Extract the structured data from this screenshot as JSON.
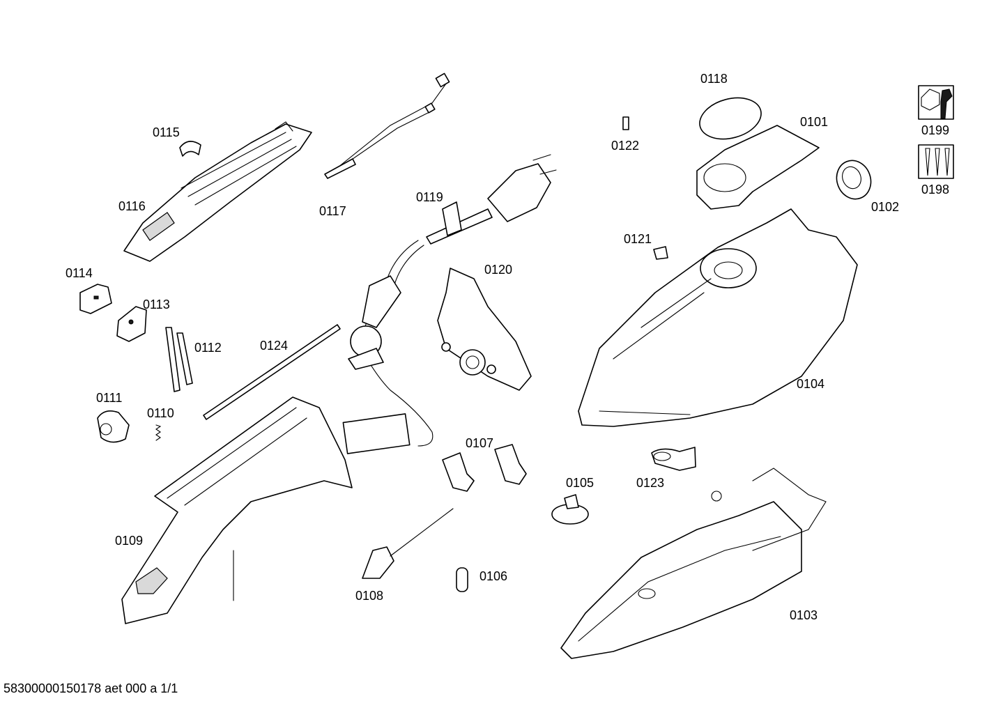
{
  "labels": {
    "p0101": "0101",
    "p0102": "0102",
    "p0103": "0103",
    "p0104": "0104",
    "p0105": "0105",
    "p0106": "0106",
    "p0107": "0107",
    "p0108": "0108",
    "p0109": "0109",
    "p0110": "0110",
    "p0111": "0111",
    "p0112": "0112",
    "p0113": "0113",
    "p0114": "0114",
    "p0115": "0115",
    "p0116": "0116",
    "p0117": "0117",
    "p0118": "0118",
    "p0119": "0119",
    "p0120": "0120",
    "p0121": "0121",
    "p0122": "0122",
    "p0123": "0123",
    "p0124": "0124",
    "p0198": "0198",
    "p0199": "0199"
  },
  "footer": "58300000150178 aet 000 a 1/1",
  "icons": {
    "tools": "wrench-nut-icon",
    "screws": "screws-icon"
  },
  "colors": {
    "line": "#000000",
    "background": "#ffffff"
  }
}
